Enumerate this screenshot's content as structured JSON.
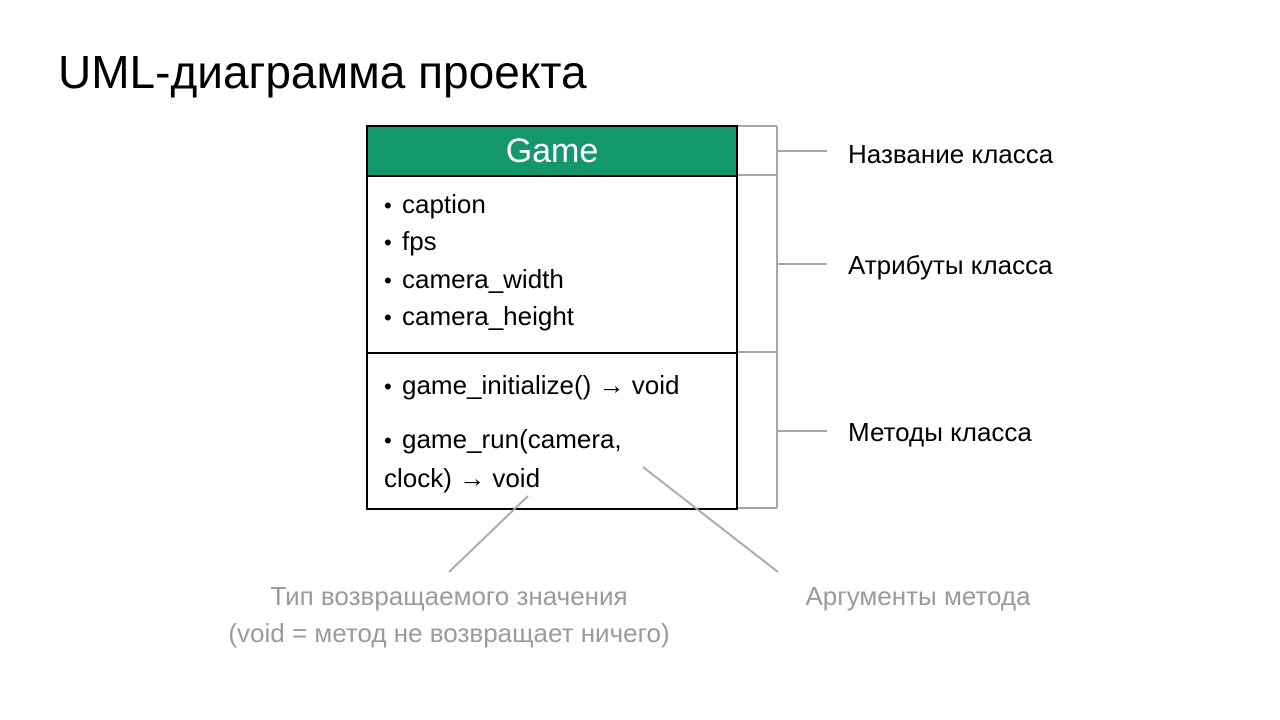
{
  "title": "UML-диаграмма проекта",
  "uml_class": {
    "name": "Game",
    "header_color": "#14976d",
    "attributes": [
      "caption",
      "fps",
      "camera_width",
      "camera_height"
    ],
    "methods": [
      {
        "line1": "game_initialize() → void"
      },
      {
        "line1": "game_run(camera,",
        "line2": "clock) → void"
      }
    ]
  },
  "labels": {
    "class_name": "Название класса",
    "attributes": "Атрибуты класса",
    "methods": "Методы класса"
  },
  "notes": {
    "return_type_line1": "Тип возвращаемого значения",
    "return_type_line2": "(void = метод не возвращает ничего)",
    "arguments": "Аргументы метода"
  },
  "bullet": "•"
}
